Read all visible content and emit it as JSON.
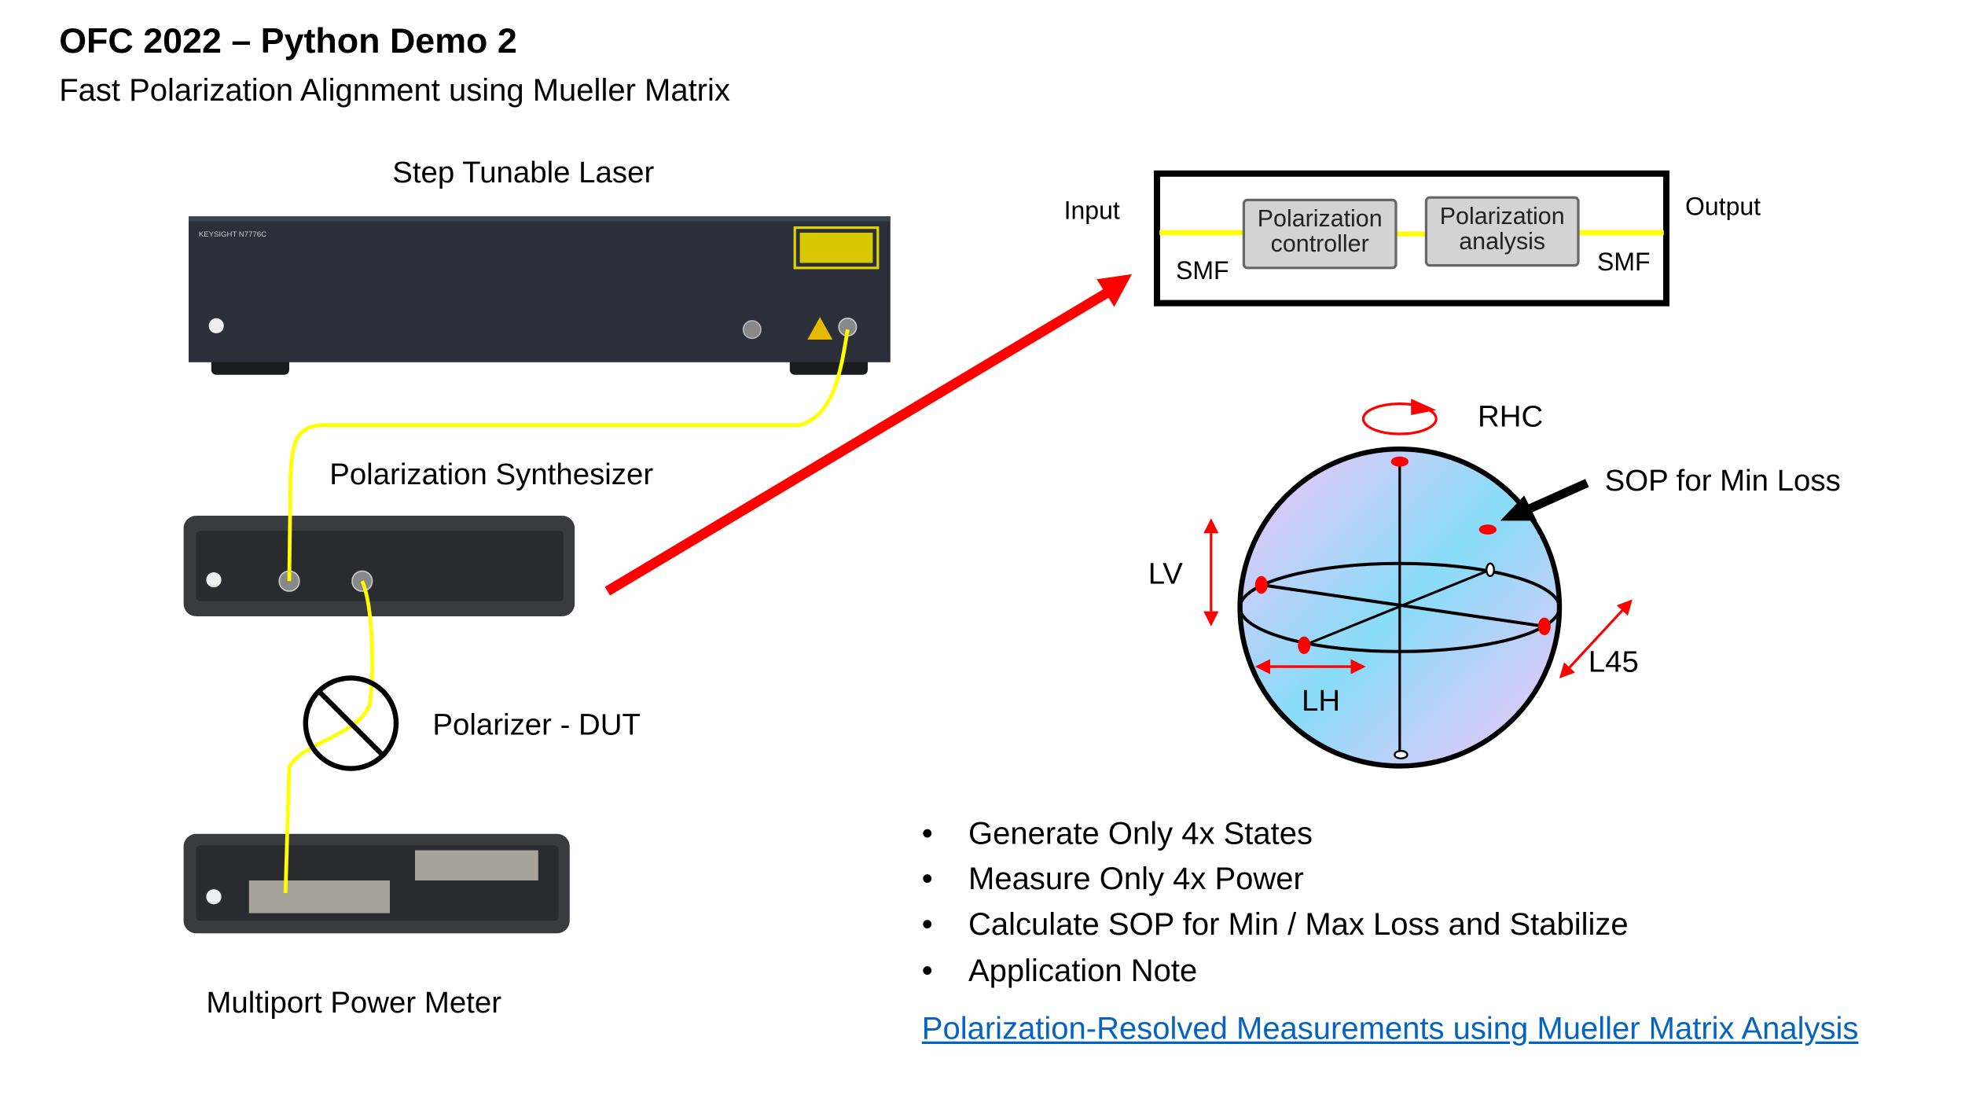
{
  "title": "OFC 2022 – Python Demo 2",
  "subtitle": "Fast Polarization Alignment using Mueller Matrix",
  "instruments": {
    "laser": "Step Tunable Laser",
    "synthesizer": "Polarization Synthesizer",
    "polarizer": "Polarizer - DUT",
    "power_meter": "Multiport Power Meter"
  },
  "setup_diagram": {
    "input": "Input",
    "output": "Output",
    "smf_left": "SMF",
    "smf_right": "SMF",
    "block1": "Polarization controller",
    "block2": "Polarization analysis"
  },
  "poincare": {
    "rhc": "RHC",
    "sop": "SOP for Min Loss",
    "lv": "LV",
    "lh": "LH",
    "l45": "L45"
  },
  "bullets": [
    "Generate Only 4x States",
    "Measure Only 4x Power",
    "Calculate SOP for Min / Max Loss and Stabilize",
    "Application Note"
  ],
  "bullet_symbol": "•",
  "link": "Polarization-Resolved Measurements using Mueller Matrix Analysis",
  "colors": {
    "fiber": "#ffff00",
    "arrow": "#ff0000",
    "link": "#0563c1",
    "instrument": "#2b2f3a"
  }
}
